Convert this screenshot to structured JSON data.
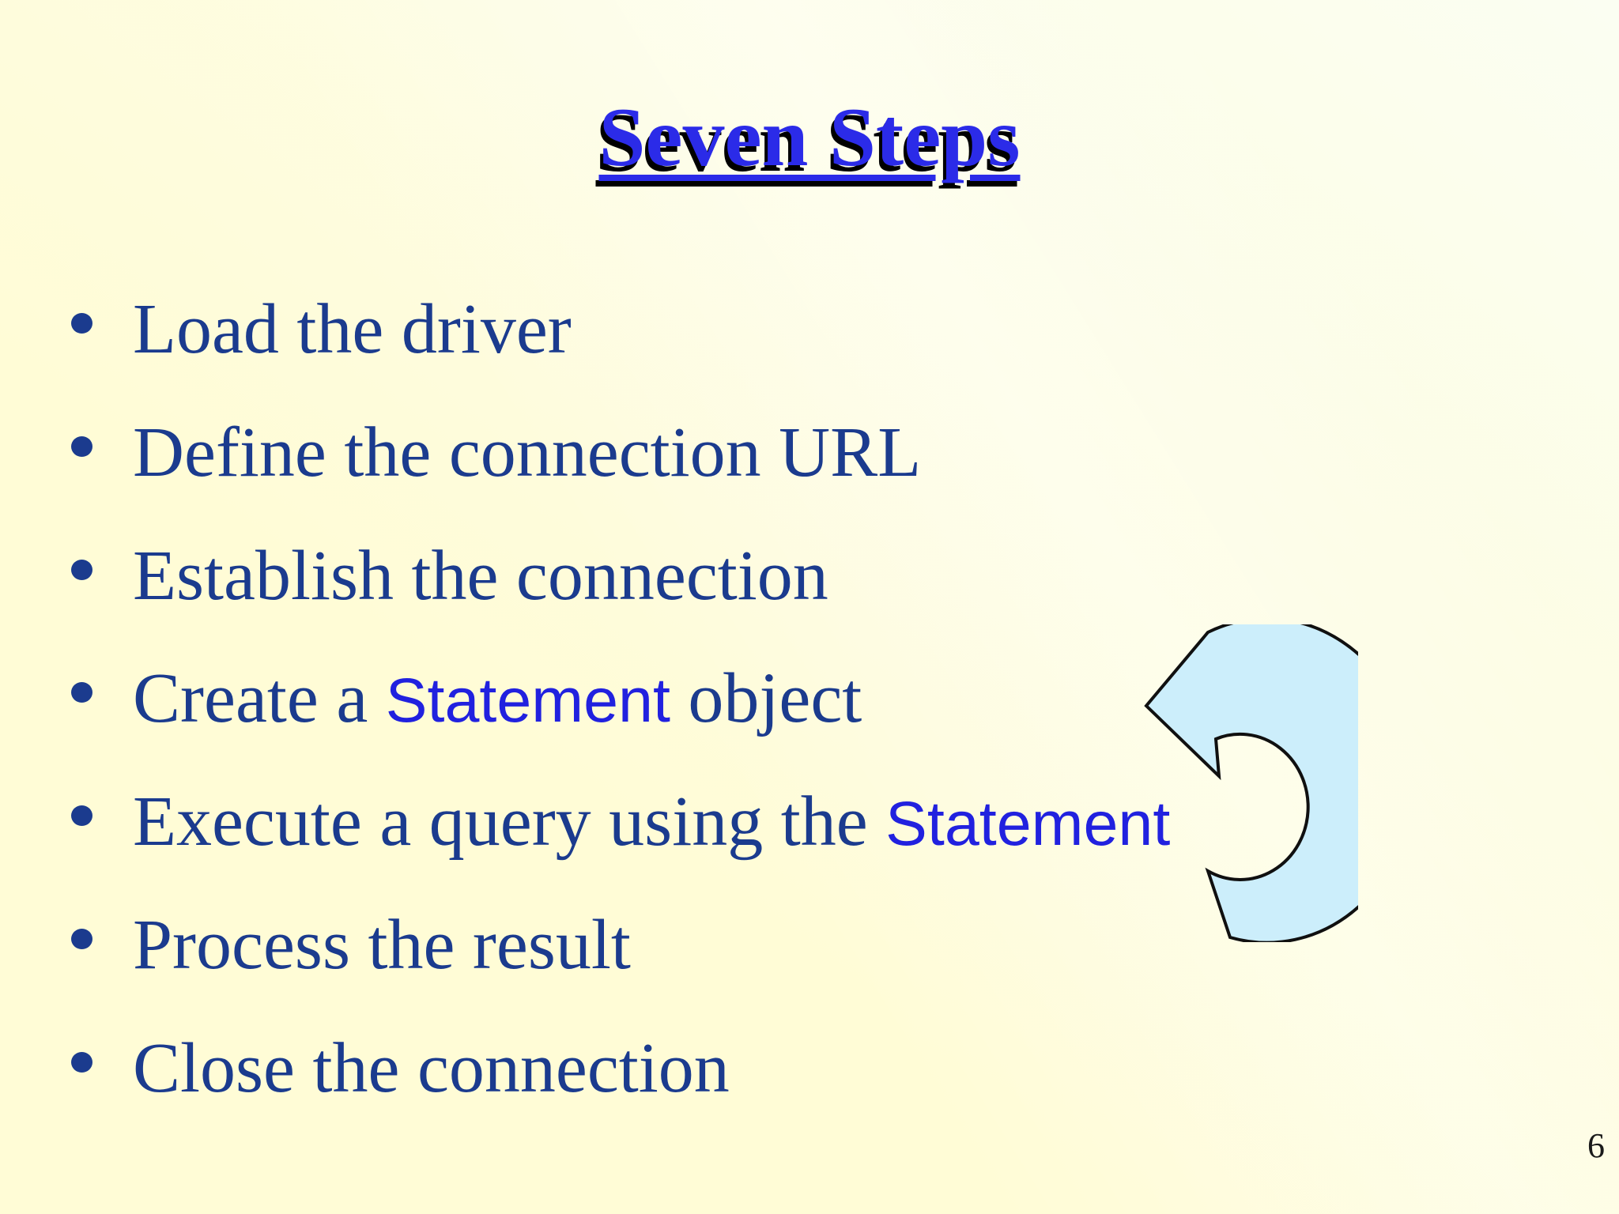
{
  "slide": {
    "title": "Seven Steps",
    "page_number": "6",
    "bullets": [
      {
        "segments": [
          {
            "text": "Load the driver",
            "style": "serif"
          }
        ]
      },
      {
        "segments": [
          {
            "text": "Define the connection URL",
            "style": "serif"
          }
        ]
      },
      {
        "segments": [
          {
            "text": "Establish the connection",
            "style": "serif"
          }
        ]
      },
      {
        "segments": [
          {
            "text": "Create a ",
            "style": "serif"
          },
          {
            "text": "Statement",
            "style": "code"
          },
          {
            "text": " object",
            "style": "serif"
          }
        ]
      },
      {
        "segments": [
          {
            "text": "Execute a query using the ",
            "style": "serif"
          },
          {
            "text": "Statement",
            "style": "code"
          }
        ]
      },
      {
        "segments": [
          {
            "text": "Process the result",
            "style": "serif"
          }
        ]
      },
      {
        "segments": [
          {
            "text": "Close the connection",
            "style": "serif"
          }
        ]
      }
    ],
    "icons": {
      "arrow": "curved-rotate-counterclockwise-arrow"
    },
    "colors": {
      "background_base": "#FFFCD6",
      "background_light": "#FBFEF2",
      "title_blue": "#2B2BE8",
      "body_navy": "#1B3B8E",
      "code_blue": "#2121DF",
      "arrow_fill": "#CCEEFB",
      "arrow_stroke": "#101010",
      "page_number_color": "#1A1A1A",
      "title_shadow": "#000000"
    }
  }
}
